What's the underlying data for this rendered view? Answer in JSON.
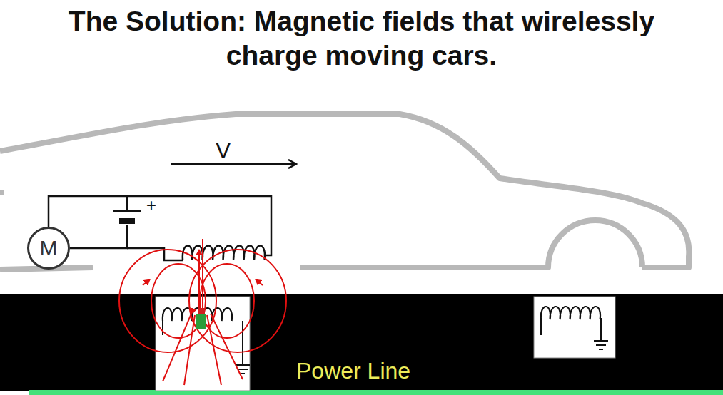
{
  "diagram": {
    "title": "The Solution: Magnetic fields that wirelessly charge moving cars.",
    "nodes": [
      {
        "text": [
          "M"
        ]
      }
    ],
    "labels": [
      "V",
      "+",
      "Power Line"
    ]
  }
}
